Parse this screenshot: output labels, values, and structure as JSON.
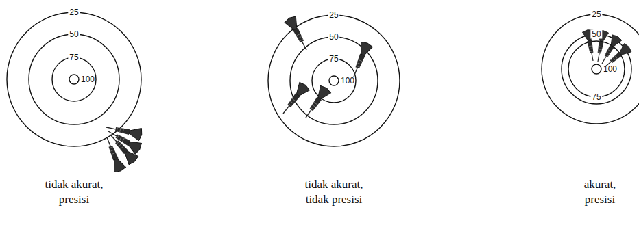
{
  "diagram": {
    "labels": [
      "25",
      "50",
      "75",
      "100",
      "tidak akurat, presisi",
      "25",
      "50",
      "75",
      "100",
      "tidak akurat, tidak presisi",
      "25",
      "50",
      "75",
      "100",
      "akurat, presisi"
    ]
  }
}
